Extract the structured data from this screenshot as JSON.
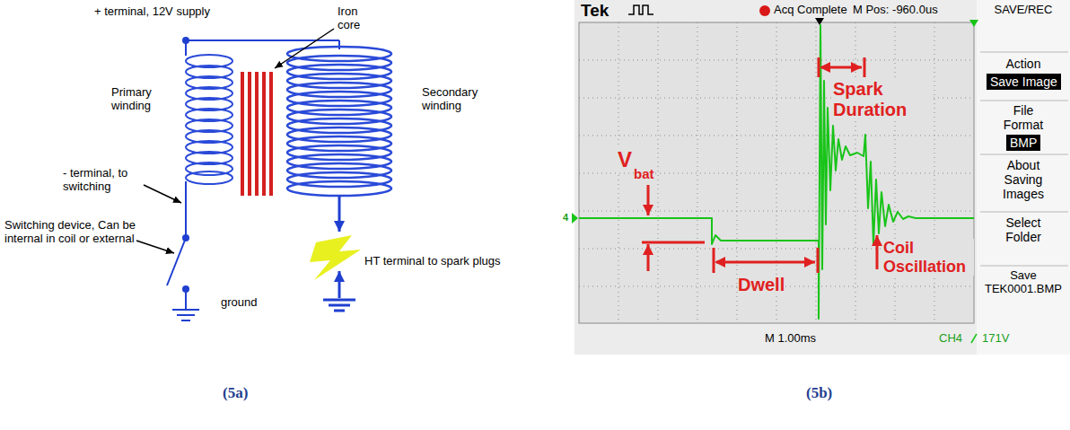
{
  "diagram": {
    "nodes": [
      {
        "text": [
          "Save Image"
        ]
      },
      {
        "text": [
          "BMP"
        ]
      }
    ],
    "labels": [
      "+ terminal, 12V supply",
      "Iron core",
      "Primary winding",
      "Secondary winding",
      "- terminal, to switching",
      "Switching device, Can be internal in coil or external",
      "ground",
      "HT terminal to spark plugs",
      "Tek",
      "Acq Complete",
      "M Pos: -960.0us",
      "SAVE/REC",
      "Action",
      "File Format",
      "About Saving Images",
      "Select Folder",
      "Save TEK0001.BMP",
      "V",
      "bat",
      "Spark Duration",
      "Dwell",
      "Coil Oscillation",
      "4",
      "M 1.00ms",
      "CH4",
      "171V",
      "(5a)",
      "(5b)"
    ]
  }
}
